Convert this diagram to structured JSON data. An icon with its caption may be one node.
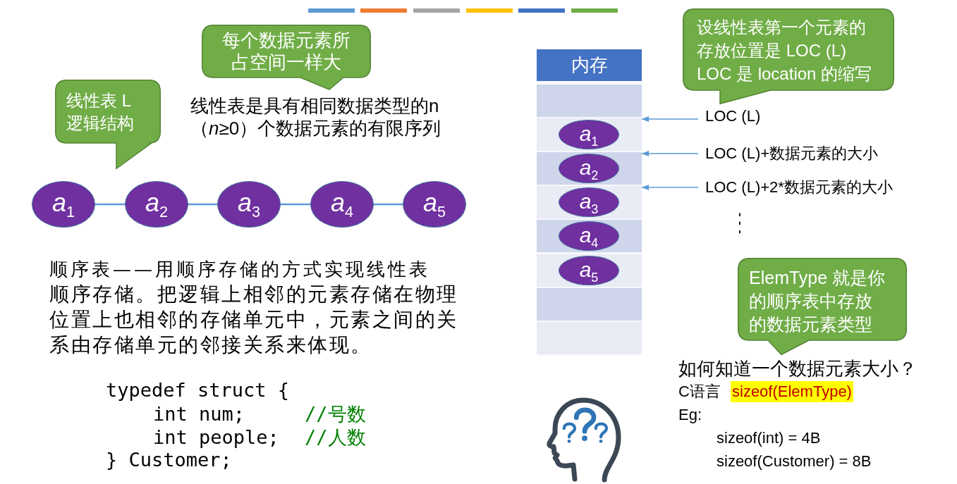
{
  "diagram": {
    "nodes": [
      {
        "text": [
          "每个数据元素所占空间一样大"
        ]
      },
      {
        "text": [
          "线性表 L 逻辑结构"
        ]
      },
      {
        "text": [
          "a$_{1}$"
        ]
      },
      {
        "text": [
          "a$_{2}$"
        ]
      },
      {
        "text": [
          "a$_{3}$"
        ]
      },
      {
        "text": [
          "a$_{4}$"
        ]
      },
      {
        "text": [
          "a$_{5}$"
        ]
      },
      {
        "text": [
          "内存"
        ]
      },
      {
        "text": [],
        "shape": "box",
        "in": 7
      },
      {
        "text": [],
        "shape": "box",
        "in": 7
      },
      {
        "text": [],
        "shape": "box",
        "in": 7
      },
      {
        "text": [],
        "shape": "box",
        "in": 7
      },
      {
        "text": [],
        "shape": "box",
        "in": 7
      },
      {
        "text": [],
        "shape": "box",
        "in": 7
      },
      {
        "text": [],
        "shape": "box",
        "in": 7
      },
      {
        "text": [],
        "shape": "box",
        "in": 7
      },
      {
        "text": [
          "a$_{1}$"
        ],
        "in": 9
      },
      {
        "text": [
          "a$_{2}$"
        ],
        "in": 10
      },
      {
        "text": [
          "a$_{3}$"
        ],
        "in": 11
      },
      {
        "text": [
          "a$_{4}$"
        ],
        "in": 12
      },
      {
        "text": [
          "a$_{5}$"
        ],
        "in": 13
      },
      {
        "text": [
          "设线性表第一个元素的存放位置是 LOC (L) LOC 是 location 的缩写"
        ]
      },
      {
        "text": [
          "LOC (L)"
        ]
      },
      {
        "text": [
          "LOC (L)+数据元素的大小"
        ]
      },
      {
        "text": [
          "LOC (L)+2*数据元素的大小"
        ]
      },
      {
        "text": [
          "ElemType 就是你的顺序表中存放的数据元素类型"
        ]
      }
    ],
    "edges": [
      {
        "from": 2,
        "to": 3,
        "arrow": "none"
      },
      {
        "from": 3,
        "to": 4,
        "arrow": "none"
      },
      {
        "from": 4,
        "to": 5,
        "arrow": "none"
      },
      {
        "from": 5,
        "to": 6,
        "arrow": "none"
      },
      {
        "from": 22,
        "to": 9,
        "arrow": "to"
      },
      {
        "from": 23,
        "to": 10,
        "arrow": "to"
      },
      {
        "from": 24,
        "to": 11,
        "arrow": "to"
      }
    ],
    "labels": [
      "线性表是具有相同数据类型的n（*n*≥0）个数据元素的有限序列",
      "顺序表——用顺序存储的方式实现线性表",
      "顺序存储。把逻辑上相邻的元素存储在物理位置上也相邻的存储单元中，元素之间的关系由存储单元的邻接关系来体现。",
      "typedef struct {",
      "int num;",
      "//号数",
      "int people;",
      "//人数",
      "} Customer;",
      "⋮",
      "如何知道一个数据元素大小？",
      "C语言",
      "sizeof(ElemType)",
      "Eg:",
      "sizeof(int) = 4B",
      "sizeof(Customer) = 8B"
    ]
  }
}
